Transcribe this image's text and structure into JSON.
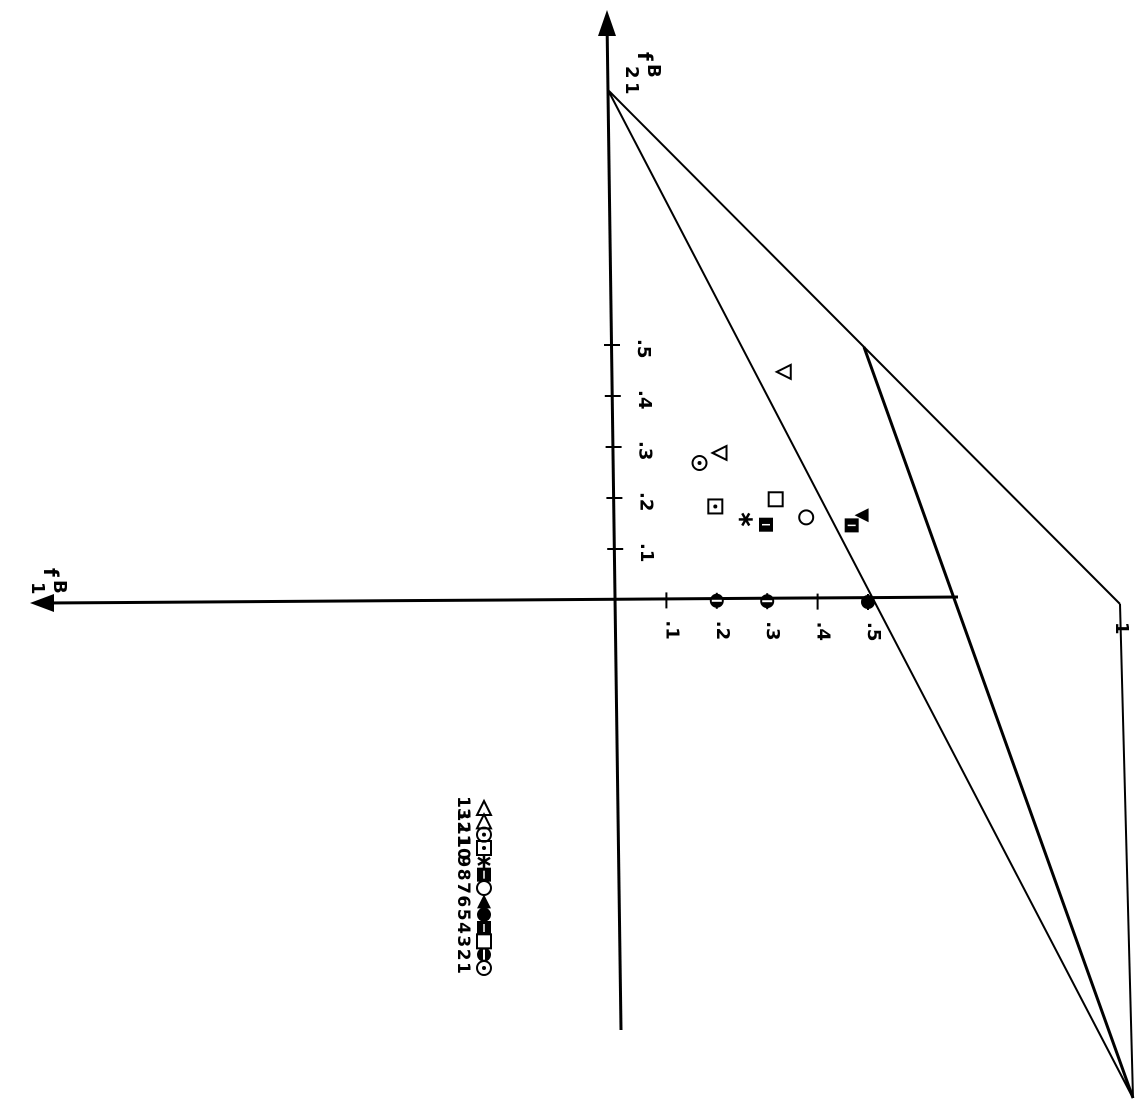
{
  "chart_data": {
    "type": "scatter",
    "title": "",
    "orientation": "rotated 90° counter-clockwise",
    "axes": {
      "f1": {
        "label_main": "f",
        "label_sup": "B",
        "label_sub": "1",
        "end_tick": "1",
        "ticks": [
          ".5",
          ".4",
          ".3",
          ".2",
          ".1"
        ],
        "tick_values": [
          0.5,
          0.4,
          0.3,
          0.2,
          0.1
        ]
      },
      "f2": {
        "label_main": "f",
        "label_sup": "B",
        "label_sub": "2",
        "end_tick": "1",
        "ticks": [
          ".1",
          ".2",
          ".3",
          ".4",
          ".5"
        ],
        "tick_values": [
          0.1,
          0.2,
          0.3,
          0.4,
          0.5
        ]
      }
    },
    "series": [
      {
        "name": "1",
        "marker": "circle-dot",
        "x": 0.5,
        "y": 0.0
      },
      {
        "name": "2",
        "marker": "circle-bar",
        "x": 0.5,
        "y": 0.0
      },
      {
        "name": "3",
        "marker": "open-square",
        "x": 0.32,
        "y": 0.2
      },
      {
        "name": "4",
        "marker": "filled-square",
        "x": 0.3,
        "y": 0.15
      },
      {
        "name": "5",
        "marker": "filled-circle",
        "x": 0.5,
        "y": 0.0
      },
      {
        "name": "6",
        "marker": "filled-triangle",
        "x": 0.49,
        "y": 0.17
      },
      {
        "name": "7",
        "marker": "open-circle",
        "x": 0.38,
        "y": 0.165
      },
      {
        "name": "8",
        "marker": "filled-square",
        "x": 0.47,
        "y": 0.15
      },
      {
        "name": "9",
        "marker": "asterisk",
        "x": 0.26,
        "y": 0.16
      },
      {
        "name": "10",
        "marker": "dotted-square",
        "x": 0.2,
        "y": 0.185
      },
      {
        "name": "11",
        "marker": "circle-dot",
        "x": 0.17,
        "y": 0.27
      },
      {
        "name": "12",
        "marker": "open-triangle",
        "x": 0.21,
        "y": 0.29
      },
      {
        "name": "13",
        "marker": "open-triangle",
        "x": 0.34,
        "y": 0.45
      }
    ],
    "axis_point_markers": [
      {
        "series": "1",
        "marker": "circle-bar",
        "x": 0.3,
        "y": 0
      },
      {
        "series": "2",
        "marker": "circle-bar",
        "x": 0.2,
        "y": 0
      },
      {
        "series": "5",
        "marker": "filled-circle",
        "x": 0.5,
        "y": 0
      }
    ],
    "legend": {
      "placement": "bottom-left",
      "entries": [
        "1",
        "2",
        "3",
        "4",
        "5",
        "6",
        "7",
        "8",
        "9",
        "10",
        "11",
        "12",
        "13"
      ]
    },
    "grid": false
  }
}
